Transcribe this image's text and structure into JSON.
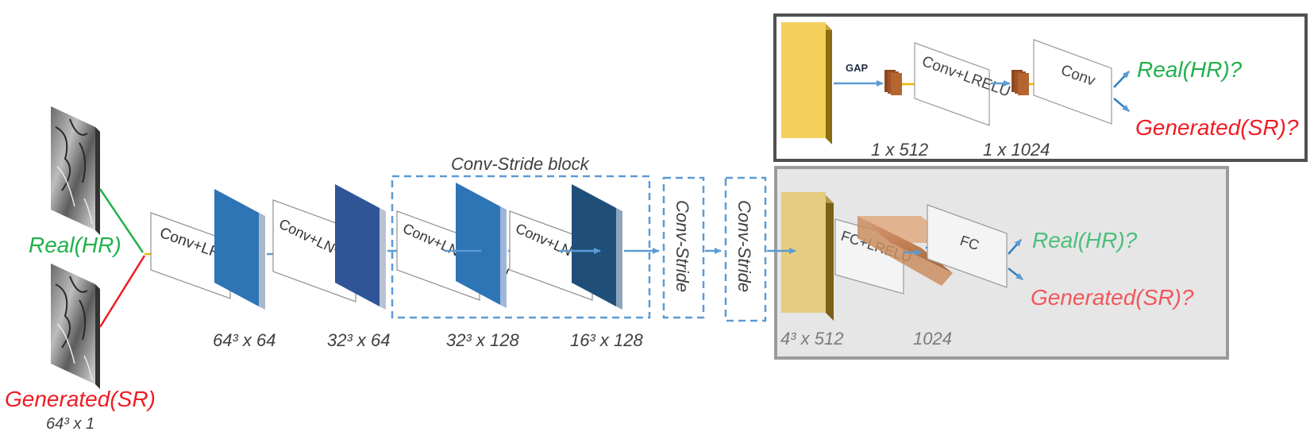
{
  "inputs": {
    "real_label": "Real(HR)",
    "generated_label": "Generated(SR)",
    "size_label": "64³ x 1"
  },
  "main": {
    "layers": {
      "conv_lrelu": "Conv+LRELU",
      "conv_ln_lrelu_1": "Conv+LN+LRELU",
      "conv_ln_lrelu_2": "Conv+LN+LRELU",
      "conv_ln_lrelu_3": "Conv+LN+LRELU"
    },
    "sizes": [
      "64³ x 64",
      "32³ x 64",
      "32³ x 128",
      "16³ x 128"
    ],
    "block_title": "Conv-Stride block",
    "conv_stride_1": "Conv-Stride",
    "conv_stride_2": "Conv-Stride"
  },
  "head_top": {
    "gap_label": "GAP",
    "layer1": "Conv+LRELU",
    "layer2": "Conv",
    "size1": "1 x 512",
    "size2": "1 x 1024",
    "out_real": "Real(HR)?",
    "out_generated": "Generated(SR)?"
  },
  "head_bottom": {
    "layer1": "FC+LRELU",
    "layer2": "FC",
    "size1": "4³ x 512",
    "size2": "1024",
    "out_real": "Real(HR)?",
    "out_generated": "Generated(SR)?"
  },
  "colors": {
    "green": "#22b14c",
    "red": "#ee1c24",
    "arrow_blue": "#5b9bd5",
    "yellow": "#f5c518",
    "gold_block": "#f4cf5c",
    "brown": "#a0522d"
  }
}
